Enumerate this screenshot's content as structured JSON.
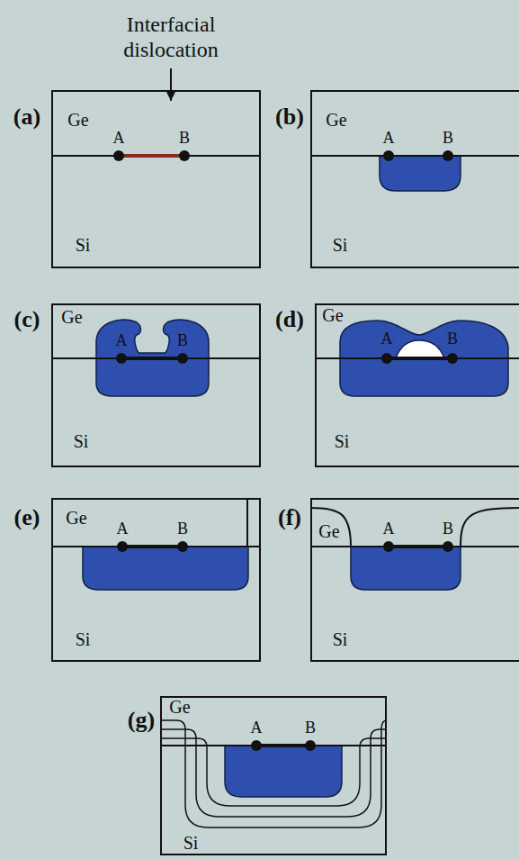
{
  "diagram": {
    "nodes": [
      {
        "text": [
          "(a)",
          "Ge",
          "A",
          "B",
          "Si"
        ]
      },
      {
        "text": [
          "(b)",
          "Ge",
          "A",
          "B",
          "Si"
        ]
      },
      {
        "text": [
          "(c)",
          "Ge",
          "A",
          "B",
          "Si"
        ]
      },
      {
        "text": [
          "(d)",
          "Ge",
          "A",
          "B",
          "Si"
        ]
      },
      {
        "text": [
          "(e)",
          "Ge",
          "A",
          "B",
          "Si"
        ]
      },
      {
        "text": [
          "(f)",
          "Ge",
          "A",
          "B",
          "Si"
        ]
      },
      {
        "text": [
          "(g)",
          "Ge",
          "A",
          "B",
          "Si"
        ]
      }
    ],
    "labels": [
      "Interfacial dislocation"
    ]
  }
}
